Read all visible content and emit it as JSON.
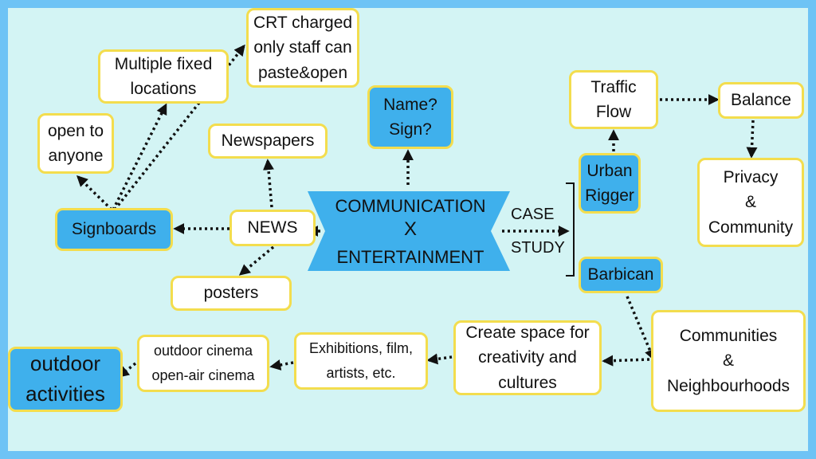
{
  "center": {
    "line1": "COMMUNICATION",
    "line2": "X",
    "line3": "ENTERTAINMENT"
  },
  "case_study": {
    "line1": "CASE",
    "line2": "STUDY"
  },
  "nodes": {
    "name_sign": [
      "Name?",
      "Sign?"
    ],
    "news": [
      "NEWS"
    ],
    "newspapers": [
      "Newspapers"
    ],
    "posters": [
      "posters"
    ],
    "signboards": [
      "Signboards"
    ],
    "open_to_anyone": [
      "open to",
      "anyone"
    ],
    "multiple_fixed_locations": [
      "Multiple fixed",
      "locations"
    ],
    "crt_charged": [
      "CRT charged",
      "only staff can",
      "paste&open"
    ],
    "urban_rigger": [
      "Urban",
      "Rigger"
    ],
    "traffic_flow": [
      "Traffic",
      "Flow"
    ],
    "balance": [
      "Balance"
    ],
    "privacy_community": [
      "Privacy",
      "&",
      "Community"
    ],
    "barbican": [
      "Barbican"
    ],
    "communities_neighbourhoods": [
      "Communities",
      "&",
      "Neighbourhoods"
    ],
    "create_space": [
      "Create space for",
      "creativity and",
      "cultures"
    ],
    "exhibitions": [
      "Exhibitions, film,",
      "artists, etc."
    ],
    "outdoor_cinema": [
      "outdoor cinema",
      "open-air cinema"
    ],
    "outdoor_activities": [
      "outdoor",
      "activities"
    ]
  },
  "colors": {
    "frame": "#6ec3f5",
    "background": "#d3f4f4",
    "node_border": "#f3dd4e",
    "highlight_fill": "#3fb0ec",
    "plain_fill": "#ffffff",
    "arrow": "#111111"
  }
}
